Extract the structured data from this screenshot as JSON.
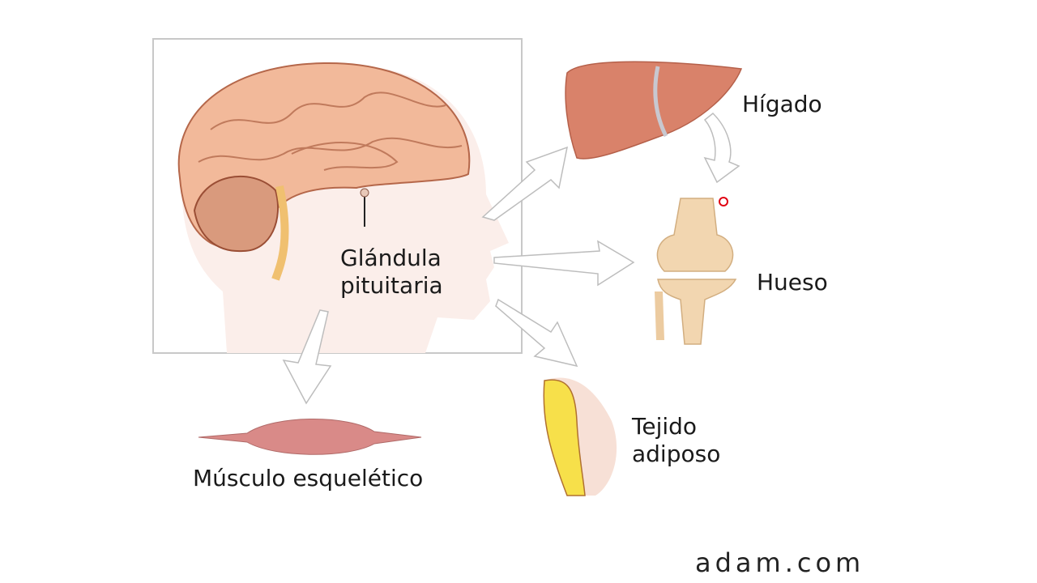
{
  "labels": {
    "pituitary_line1": "Glándula",
    "pituitary_line2": "pituitaria",
    "liver": "Hígado",
    "bone": "Hueso",
    "fat_line1": "Tejido",
    "fat_line2": "adiposo",
    "muscle": "Músculo esquelético"
  },
  "brand": "adam.com",
  "colors": {
    "brain": "#f2b99a",
    "brain_outline": "#b5674a",
    "liver": "#d9826a",
    "bone": "#f2d6b0",
    "fat": "#f7e04a",
    "muscle": "#d98a88",
    "arrow_outline": "#bdbdbd",
    "cursor": "#e00010"
  }
}
